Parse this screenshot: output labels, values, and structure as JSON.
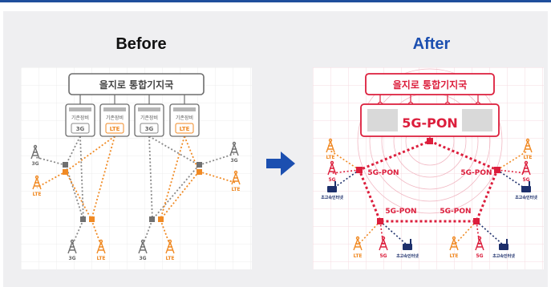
{
  "before": {
    "title": "Before",
    "station": "을지로 통합기지국",
    "equipment": [
      {
        "label": "기존장비",
        "tech": "3G"
      },
      {
        "label": "기존장비",
        "tech": "LTE"
      },
      {
        "label": "기존장비",
        "tech": "3G"
      },
      {
        "label": "기존장비",
        "tech": "LTE"
      }
    ],
    "towers_left": [
      "3G",
      "LTE"
    ],
    "towers_right": [
      "3G",
      "LTE"
    ],
    "towers_bottom": [
      "3G",
      "LTE",
      "3G",
      "LTE"
    ]
  },
  "after": {
    "title": "After",
    "station": "을지로 통합기지국",
    "pon": "5G-PON",
    "ring_nodes": [
      "5G-PON",
      "5G-PON",
      "5G-PON",
      "5G-PON"
    ],
    "towers_left": [
      "LTE",
      "5G",
      "초고속인터넷"
    ],
    "towers_right": [
      "LTE",
      "5G",
      "초고속인터넷"
    ],
    "towers_bottom": [
      "LTE",
      "5G",
      "초고속인터넷",
      "LTE",
      "5G",
      "초고속인터넷"
    ]
  },
  "colors": {
    "brand_blue": "#1c4fb0",
    "lte_orange": "#f08a24",
    "five_g_red": "#dc1e3c",
    "gray": "#8a8a8a",
    "navy": "#1d2f6b"
  }
}
